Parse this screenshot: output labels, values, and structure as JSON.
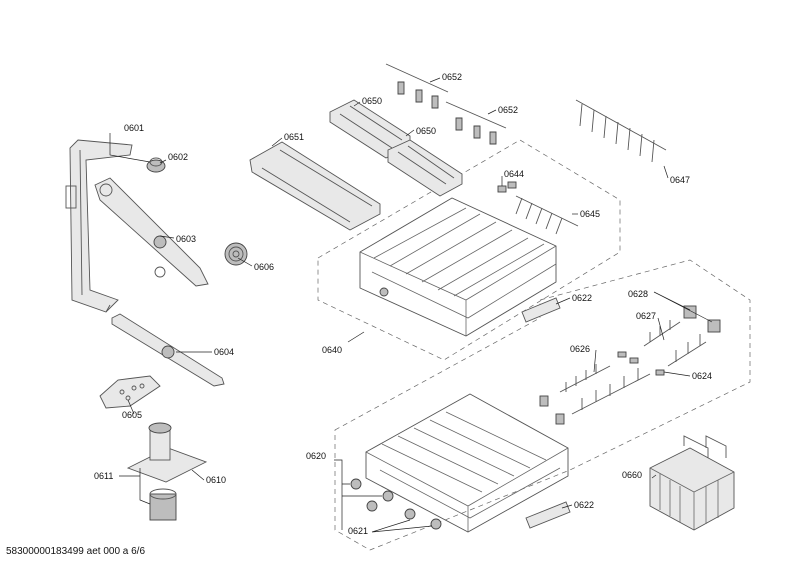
{
  "parts": {
    "p0601": "0601",
    "p0602": "0602",
    "p0603": "0603",
    "p0604": "0604",
    "p0605": "0605",
    "p0606": "0606",
    "p0610": "0610",
    "p0611": "0611",
    "p0620": "0620",
    "p0621": "0621",
    "p0622a": "0622",
    "p0622b": "0622",
    "p0624": "0624",
    "p0626": "0626",
    "p0627": "0627",
    "p0628": "0628",
    "p0640": "0640",
    "p0644": "0644",
    "p0645": "0645",
    "p0647": "0647",
    "p0650a": "0650",
    "p0650b": "0650",
    "p0651": "0651",
    "p0652a": "0652",
    "p0652b": "0652",
    "p0660": "0660"
  },
  "footer": "58300000183499 aet 000 a 6/6"
}
